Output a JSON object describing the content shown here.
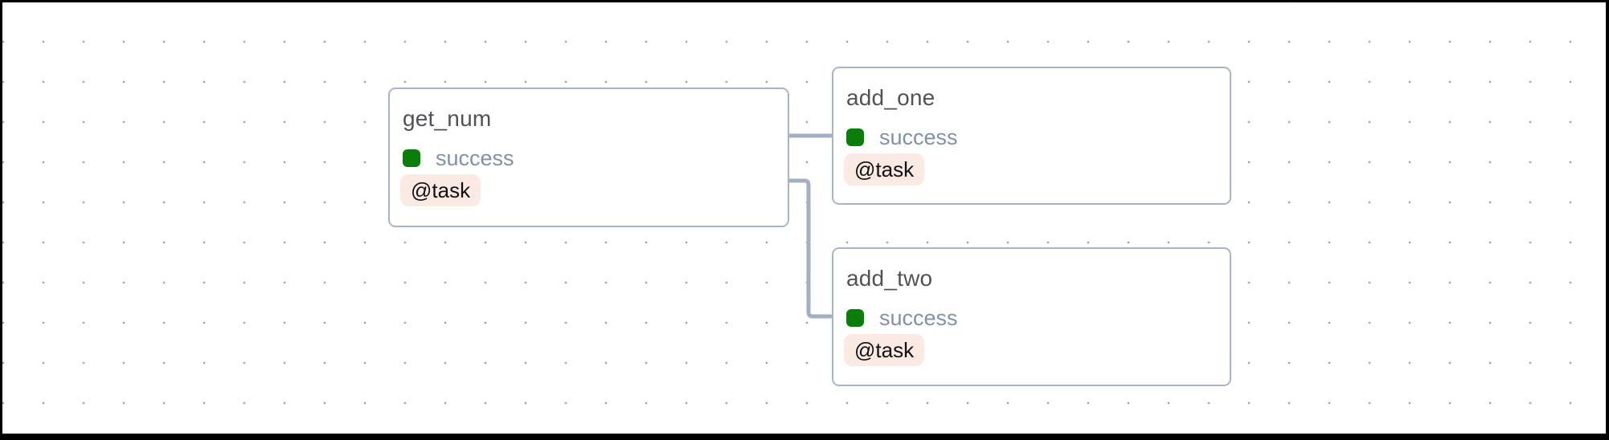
{
  "graph": {
    "nodes": [
      {
        "id": "get_num",
        "name": "get_num",
        "status": "success",
        "badge": "@task"
      },
      {
        "id": "add_one",
        "name": "add_one",
        "status": "success",
        "badge": "@task"
      },
      {
        "id": "add_two",
        "name": "add_two",
        "status": "success",
        "badge": "@task"
      }
    ],
    "edges": [
      {
        "source": "get_num",
        "target": "add_one"
      },
      {
        "source": "get_num",
        "target": "add_two"
      }
    ],
    "colors": {
      "status_success": "#0a7e0a",
      "node_border": "#a9b5c6",
      "edge": "#a3afc2",
      "badge_background": "#fbe9e4",
      "badge_text": "#111111",
      "title_text": "#4f5358",
      "status_text": "#8191a9",
      "grid_dot": "#a8a8b0",
      "frame_border": "#000000",
      "canvas_background": "#ffffff"
    }
  }
}
